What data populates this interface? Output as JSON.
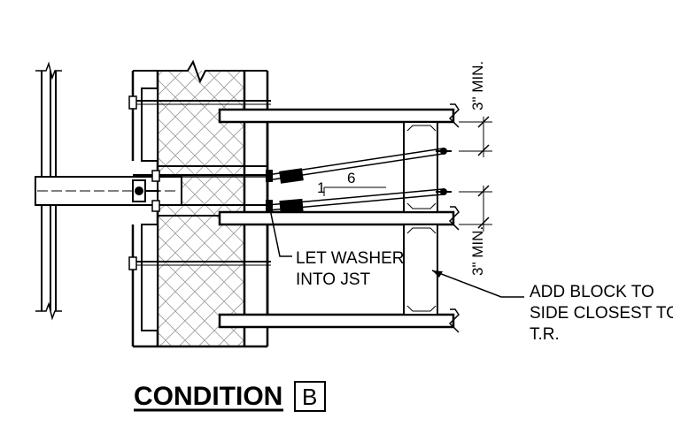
{
  "drawing": {
    "title": "CONDITION",
    "condition_id": "B",
    "note_washer": [
      "LET WASHER",
      "INTO JST"
    ],
    "note_block": [
      "ADD BLOCK TO",
      "SIDE CLOSEST TO",
      "T.R."
    ],
    "dim_min_top": "3\" MIN.",
    "dim_min_bottom": "3\" MIN.",
    "slope_rise": "1",
    "slope_run": "6"
  }
}
